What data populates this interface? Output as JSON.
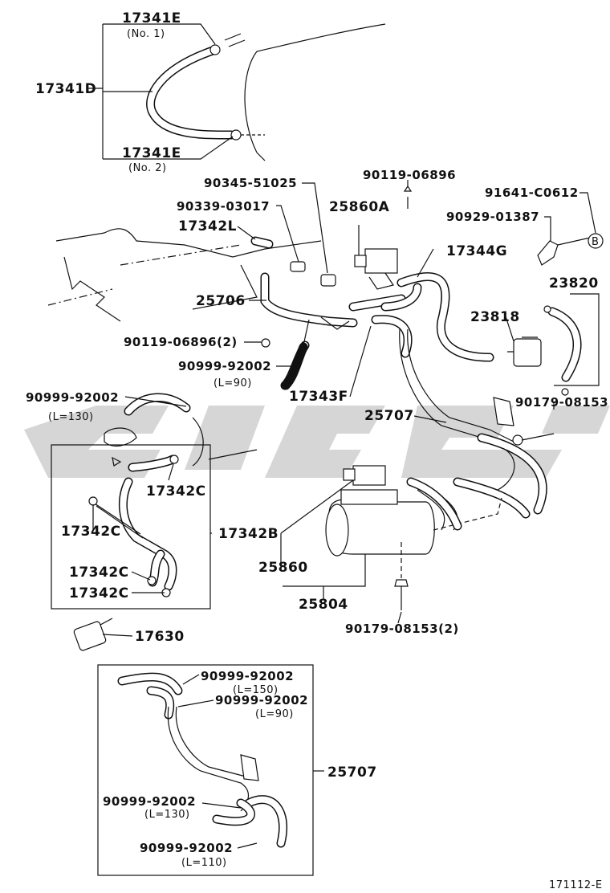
{
  "labels": {
    "p17341E_1": "17341E",
    "no1": "(No. 1)",
    "p17341D": "17341D",
    "p17341E_2": "17341E",
    "no2": "(No. 2)",
    "p90345": "90345-51025",
    "p90339": "90339-03017",
    "p17342L": "17342L",
    "p25706": "25706",
    "p90119a": "90119-06896(2)",
    "p90999_90a": "90999-92002",
    "l90a": "(L=90)",
    "p90999_130a": "90999-92002",
    "l130a": "(L=130)",
    "p17343F": "17343F",
    "p90119b": "90119-06896",
    "p25860A": "25860A",
    "p17344G": "17344G",
    "p91641": "91641-C0612",
    "p90929": "90929-01387",
    "circB": "B",
    "p23820": "23820",
    "p23818": "23818",
    "p90179a": "90179-08153",
    "p25707a": "25707",
    "p17342C_1": "17342C",
    "p17342C_2": "17342C",
    "p17342B": "17342B",
    "p17342C_3": "17342C",
    "p17342C_4": "17342C",
    "p25860": "25860",
    "p25804": "25804",
    "p90179b": "90179-08153(2)",
    "p17630": "17630",
    "p90999_150": "90999-92002",
    "l150": "(L=150)",
    "p90999_90b": "90999-92002",
    "l90b": "(L=90)",
    "p25707b": "25707",
    "p90999_130b": "90999-92002",
    "l130b": "(L=130)",
    "p90999_110": "90999-92002",
    "l110": "(L=110)",
    "figcode": "171112-E"
  }
}
